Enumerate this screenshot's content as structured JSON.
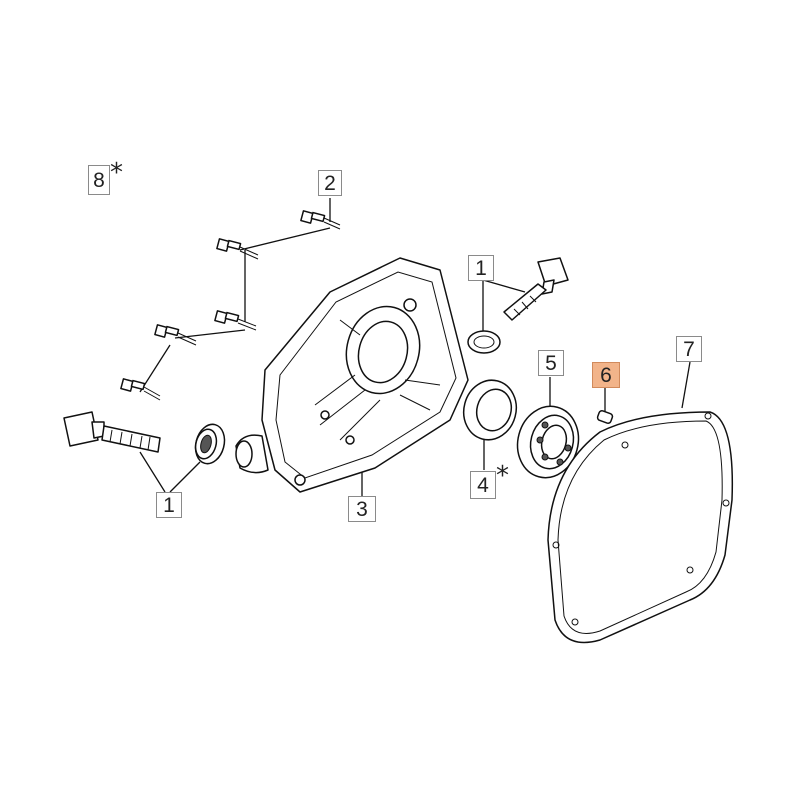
{
  "diagram": {
    "callouts": {
      "c8": "8",
      "c2": "2",
      "c1_right": "1",
      "c1_left": "1",
      "c3": "3",
      "c4": "4",
      "c5": "5",
      "c6": "6",
      "c7": "7"
    },
    "star_mark": "*",
    "highlight_color": "#f2b48a"
  }
}
